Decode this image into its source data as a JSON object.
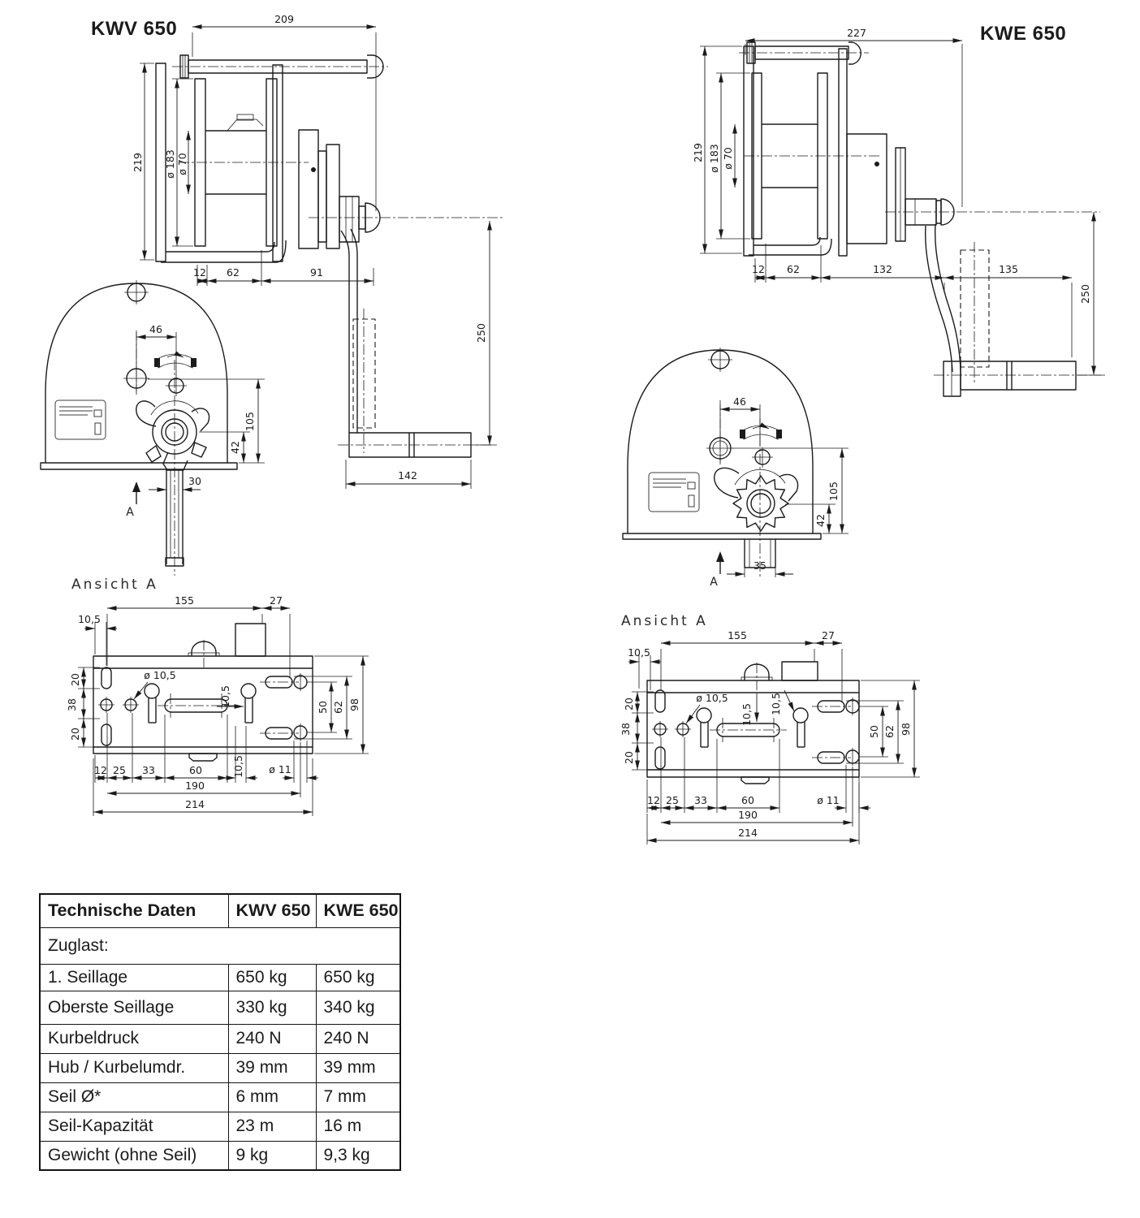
{
  "titles": {
    "kwv": "KWV 650",
    "kwe": "KWE 650"
  },
  "view_labels": {
    "left": "Ansicht A",
    "right": "Ansicht A"
  },
  "kwv_side": {
    "d209": "209",
    "d219": "219",
    "d183": "ø 183",
    "d70": "ø 70",
    "d12": "12",
    "d62": "62",
    "d91": "91",
    "d250": "250",
    "d142": "142"
  },
  "kwe_side": {
    "d227": "227",
    "d219": "219",
    "d183": "ø 183",
    "d70": "ø 70",
    "d12": "12",
    "d62": "62",
    "d132": "132",
    "d135": "135",
    "d250": "250"
  },
  "kwv_front": {
    "d46": "46",
    "d105": "105",
    "d42": "42",
    "d30": "30",
    "arrow": "A"
  },
  "kwe_front": {
    "d46": "46",
    "d105": "105",
    "d42": "42",
    "d35": "35",
    "arrow": "A"
  },
  "kwv_plate": {
    "d155": "155",
    "d27": "27",
    "d10_5_top": "10,5",
    "d20a": "20",
    "d38": "38",
    "d20b": "20",
    "dia10_5": "ø 10,5",
    "d10_5_mid": "10,5",
    "d50": "50",
    "d62": "62",
    "d98": "98",
    "d12": "12",
    "d25": "25",
    "d33": "33",
    "d60": "60",
    "d10_5_bot": "10,5",
    "dia11": "ø 11",
    "d190": "190",
    "d214": "214"
  },
  "kwe_plate": {
    "d155": "155",
    "d27": "27",
    "d10_5_top": "10,5",
    "d20a": "20",
    "d38": "38",
    "d20b": "20",
    "dia10_5": "ø 10,5",
    "d10_5_mid1": "10,5",
    "d10_5_mid2": "10,5",
    "d50": "50",
    "d62": "62",
    "d98": "98",
    "d12": "12",
    "d25": "25",
    "d33": "33",
    "d60": "60",
    "dia11": "ø 11",
    "d190": "190",
    "d214": "214"
  },
  "table": {
    "headers": [
      "Technische Daten",
      "KWV 650",
      "KWE 650"
    ],
    "rows": [
      {
        "label": "Zuglast:",
        "kwv": "",
        "kwe": ""
      },
      {
        "label": "1. Seillage",
        "kwv": "650 kg",
        "kwe": "650 kg"
      },
      {
        "label": "Oberste Seillage",
        "kwv": "330 kg",
        "kwe": "340 kg"
      },
      {
        "label": "Kurbeldruck",
        "kwv": "240 N",
        "kwe": "240 N"
      },
      {
        "label": "Hub / Kurbelumdr.",
        "kwv": "39 mm",
        "kwe": "39 mm"
      },
      {
        "label": "Seil Ø*",
        "kwv": "6 mm",
        "kwe": "7 mm"
      },
      {
        "label": "Seil-Kapazität",
        "kwv": "23 m",
        "kwe": "16 m"
      },
      {
        "label": "Gewicht (ohne Seil)",
        "kwv": "9 kg",
        "kwe": "9,3 kg"
      }
    ]
  }
}
